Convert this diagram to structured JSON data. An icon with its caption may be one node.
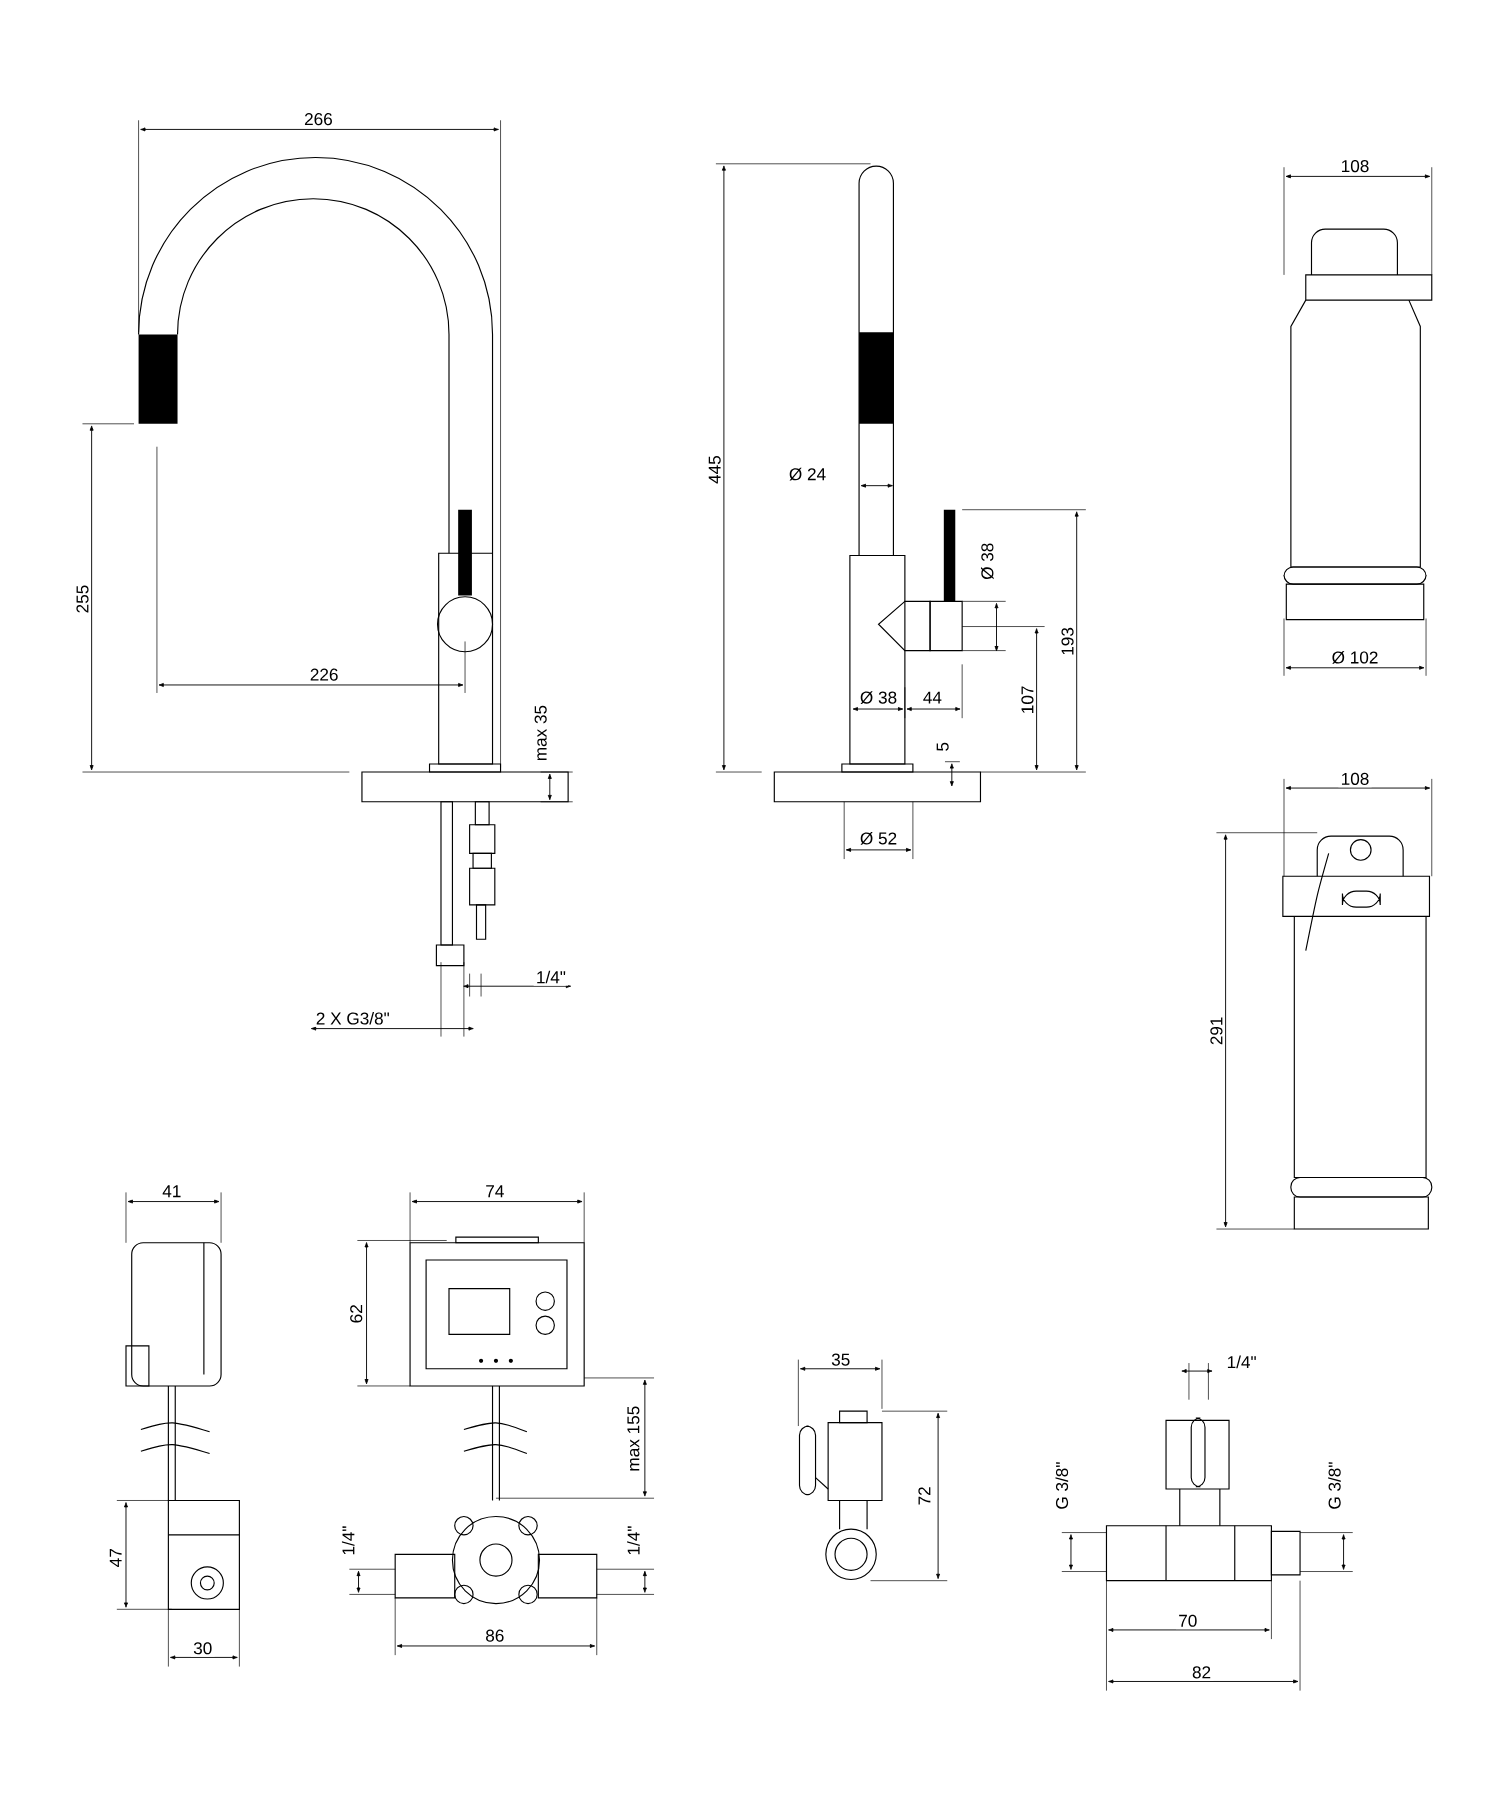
{
  "diagram": {
    "labels": [
      "266",
      "108",
      "445",
      "255",
      "Ø 24",
      "Ø 38",
      "193",
      "226",
      "Ø 102",
      "Ø 38",
      "44",
      "107",
      "max 35",
      "5",
      "108",
      "Ø 52",
      "1/4\"",
      "2 X G3/8\"",
      "291",
      "41",
      "74",
      "62",
      "35",
      "1/4\"",
      "max 155",
      "G 3/8\"",
      "G 3/8\"",
      "72",
      "1/4\"",
      "1/4\"",
      "47",
      "70",
      "30",
      "86",
      "82"
    ]
  }
}
